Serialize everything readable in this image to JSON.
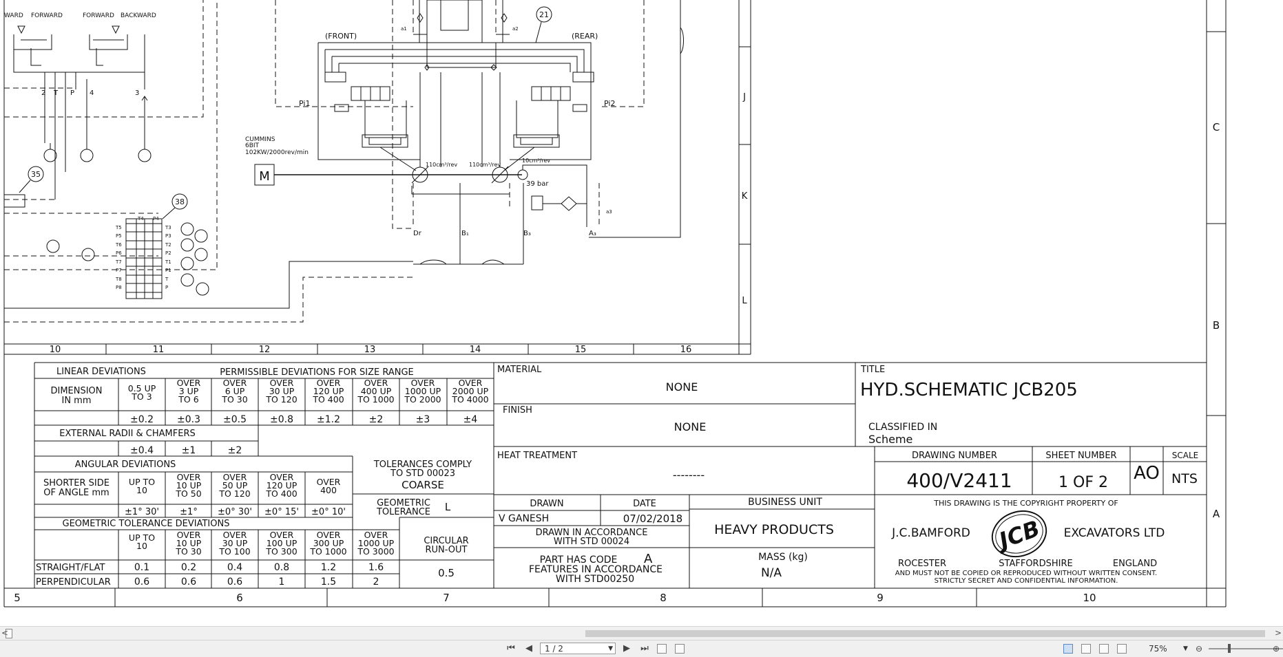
{
  "top_labels": {
    "forward_1": "FORWARD",
    "forward_2": "FORWARD",
    "backward": "BACKWARD",
    "ward_left": "WARD"
  },
  "schematic": {
    "front": "(FRONT)",
    "rear": "(REAR)",
    "pi1": "Pi1",
    "pi2": "Pi2",
    "engine_line1": "CUMMINS",
    "engine_line2": "6BIT",
    "engine_line3": "102KW/2000rev/min",
    "motor": "M",
    "pump1": "110cm³/rev",
    "pump2": "110cm³/rev",
    "pump3": "10cm³/rev",
    "relief": "39 bar",
    "ports": [
      "Dr",
      "B₁",
      "B₃",
      "A₃"
    ],
    "a1": "a1",
    "a2": "a2",
    "a3": "a3",
    "circle_21": "21",
    "circle_35": "35",
    "circle_38": "38",
    "pilot_ports_left": [
      "T5",
      "P5",
      "T6",
      "P6",
      "T7",
      "P7",
      "T8",
      "P8"
    ],
    "pilot_ports_right": [
      "T3",
      "P3",
      "T2",
      "P2",
      "T1",
      "P1",
      "T",
      "P"
    ],
    "pilot_top": [
      "T4",
      "P4"
    ],
    "valve_ports": [
      "2",
      "T",
      "P",
      "4",
      "3"
    ],
    "side_letters": [
      "J",
      "K",
      "L"
    ]
  },
  "column_numbers_upper": [
    "10",
    "11",
    "12",
    "13",
    "14",
    "15",
    "16"
  ],
  "column_numbers_lower": [
    "5",
    "6",
    "7",
    "8",
    "9",
    "10"
  ],
  "row_letters": [
    "C",
    "B",
    "A"
  ],
  "linear": {
    "title": "LINEAR DEVIATIONS",
    "subtitle": "PERMISSIBLE DEVIATIONS FOR SIZE RANGE",
    "dim_label_1": "DIMENSION",
    "dim_label_2": "IN mm",
    "headers": [
      [
        "0.5 UP",
        "TO 3"
      ],
      [
        "OVER",
        "3 UP",
        "TO 6"
      ],
      [
        "OVER",
        "6 UP",
        "TO 30"
      ],
      [
        "OVER",
        "30 UP",
        "TO 120"
      ],
      [
        "OVER",
        "120 UP",
        "TO 400"
      ],
      [
        "OVER",
        "400 UP",
        "TO 1000"
      ],
      [
        "OVER",
        "1000 UP",
        "TO 2000"
      ],
      [
        "OVER",
        "2000 UP",
        "TO 4000"
      ]
    ],
    "values": [
      "±0.2",
      "±0.3",
      "±0.5",
      "±0.8",
      "±1.2",
      "±2",
      "±3",
      "±4"
    ]
  },
  "radii": {
    "title": "EXTERNAL RADII & CHAMFERS",
    "values": [
      "±0.4",
      "±1",
      "±2"
    ]
  },
  "angular": {
    "title": "ANGULAR DEVIATIONS",
    "side_1": "SHORTER SIDE",
    "side_2": "OF ANGLE mm",
    "headers": [
      [
        "UP TO",
        "10"
      ],
      [
        "OVER",
        "10 UP",
        "TO 50"
      ],
      [
        "OVER",
        "50 UP",
        "TO 120"
      ],
      [
        "OVER",
        "120 UP",
        "TO 400"
      ],
      [
        "OVER",
        "400"
      ]
    ],
    "values": [
      "±1° 30'",
      "±1°",
      "±0° 30'",
      "±0° 15'",
      "±0° 10'"
    ]
  },
  "tolerance": {
    "l1": "TOLERANCES COMPLY",
    "l2": "TO STD 00023",
    "l3": "COARSE",
    "geo1": "GEOMETRIC",
    "geo2": "TOLERANCE",
    "geo_code": "L"
  },
  "geometric": {
    "title": "GEOMETRIC TOLERANCE DEVIATIONS",
    "headers": [
      [
        "UP TO",
        "10"
      ],
      [
        "OVER",
        "10 UP",
        "TO 30"
      ],
      [
        "OVER",
        "30 UP",
        "TO 100"
      ],
      [
        "OVER",
        "100 UP",
        "TO 300"
      ],
      [
        "OVER",
        "300 UP",
        "TO 1000"
      ],
      [
        "OVER",
        "1000 UP",
        "TO 3000"
      ]
    ],
    "circular_1": "CIRCULAR",
    "circular_2": "RUN-OUT",
    "circular_value": "0.5",
    "rows": [
      {
        "label": "STRAIGHT/FLAT",
        "values": [
          "0.1",
          "0.2",
          "0.4",
          "0.8",
          "1.2",
          "1.6"
        ]
      },
      {
        "label": "PERPENDICULAR",
        "values": [
          "0.6",
          "0.6",
          "0.6",
          "1",
          "1.5",
          "2"
        ]
      }
    ]
  },
  "material": {
    "label": "MATERIAL",
    "value": "NONE"
  },
  "finish": {
    "label": "FINISH",
    "value": "NONE"
  },
  "heat": {
    "label": "HEAT TREATMENT",
    "value": "--------"
  },
  "drawn": {
    "label": "DRAWN",
    "value": "V GANESH",
    "date_label": "DATE",
    "date": "07/02/2018",
    "accord_1": "DRAWN IN ACCORDANCE",
    "accord_2": "WITH STD 00024"
  },
  "part": {
    "l1": "PART HAS CODE",
    "code": "A",
    "l2": "FEATURES IN ACCORDANCE",
    "l3": "WITH STD00250"
  },
  "business": {
    "label": "BUSINESS UNIT",
    "value": "HEAVY PRODUCTS",
    "mass_label": "MASS (kg)",
    "mass": "N/A"
  },
  "title_block": {
    "label": "TITLE",
    "value": "HYD.SCHEMATIC JCB205",
    "classified_label": "CLASSIFIED IN",
    "classified": "Scheme"
  },
  "drawing": {
    "num_label": "DRAWING NUMBER",
    "num": "400/V2411",
    "sheet_label": "SHEET NUMBER",
    "sheet": "1 OF 2",
    "size": "AO",
    "scale_label": "SCALE",
    "scale": "NTS"
  },
  "copyright": {
    "l1": "THIS DRAWING IS THE COPYRIGHT PROPERTY OF",
    "company_left": "J.C.BAMFORD",
    "logo": "JCB",
    "company_right": "EXCAVATORS LTD",
    "loc1": "ROCESTER",
    "loc2": "STAFFORDSHIRE",
    "loc3": "ENGLAND",
    "l2": "AND MUST NOT BE COPIED OR REPRODUCED WITHOUT WRITTEN CONSENT.",
    "l3": "STRICTLY SECRET AND CONFIDENTIAL INFORMATION."
  },
  "scrollbar": {
    "left": "<",
    "right": ">"
  },
  "status": {
    "page": "1 / 2",
    "zoom": "75%",
    "first": "⏮",
    "prev": "◀",
    "next": "▶",
    "last": "⏭"
  }
}
